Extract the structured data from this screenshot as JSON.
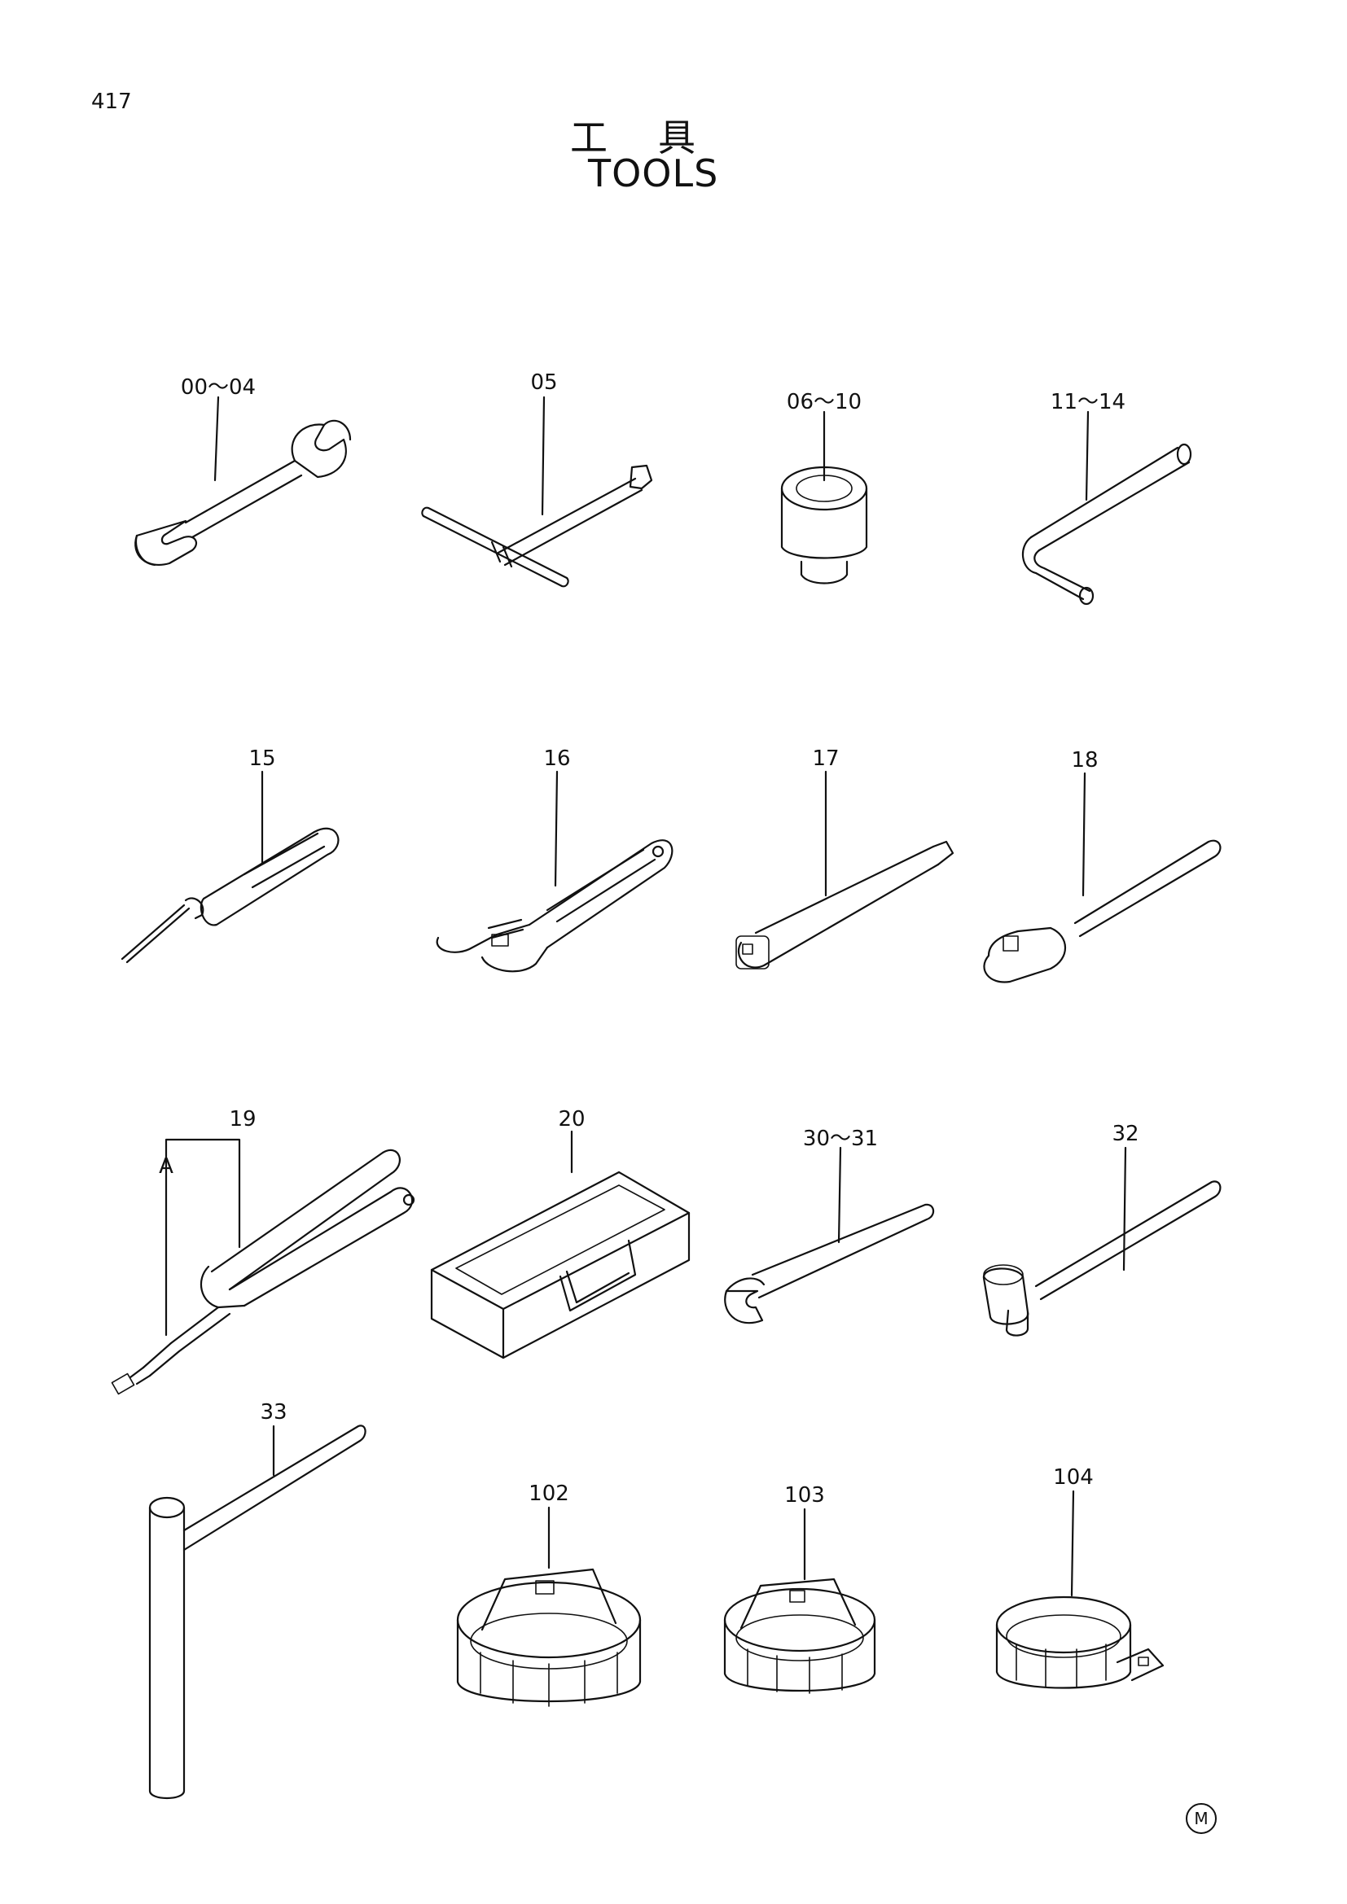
{
  "page_number": "417",
  "title_jp": "工具",
  "title_en": "TOOLS",
  "callouts": [
    {
      "id": "spanner",
      "label": "00～04"
    },
    {
      "id": "t-wrench",
      "label": "05"
    },
    {
      "id": "socket",
      "label": "06～10"
    },
    {
      "id": "hex-key",
      "label": "11～14"
    },
    {
      "id": "screwdriver",
      "label": "15"
    },
    {
      "id": "adjustable-wrench",
      "label": "16"
    },
    {
      "id": "extension-bar",
      "label": "17"
    },
    {
      "id": "ratchet-handle",
      "label": "18"
    },
    {
      "id": "grease-gun",
      "label": "19"
    },
    {
      "id": "grease-gun-nozzle",
      "label": "A"
    },
    {
      "id": "tool-box",
      "label": "20"
    },
    {
      "id": "pin-spanner",
      "label": "30～31"
    },
    {
      "id": "hammer",
      "label": "32"
    },
    {
      "id": "bar-handle",
      "label": "33"
    },
    {
      "id": "filter-wrench-102",
      "label": "102"
    },
    {
      "id": "filter-wrench-103",
      "label": "103"
    },
    {
      "id": "filter-wrench-104",
      "label": "104"
    }
  ],
  "mark": "M"
}
